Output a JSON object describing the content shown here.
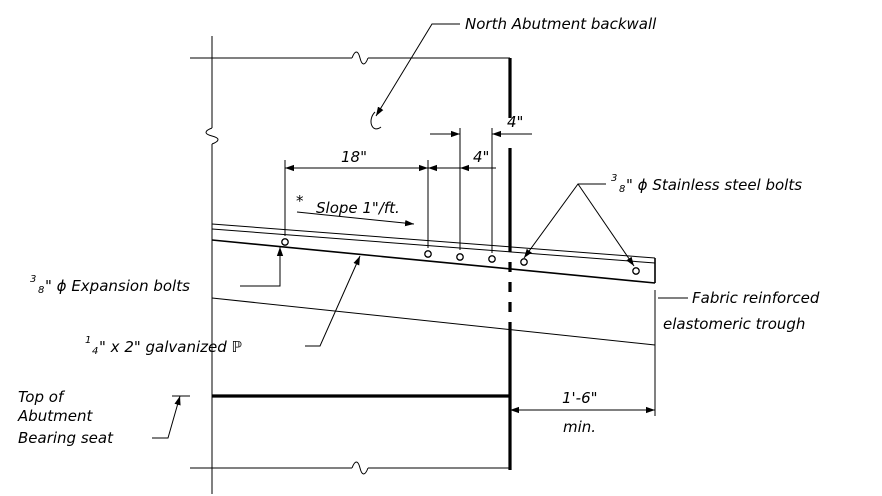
{
  "labels": {
    "north_abutment": "North Abutment backwall",
    "dim_4_top": "4\"",
    "dim_4_mid": "4\"",
    "dim_18": "18\"",
    "slope_star": "*",
    "slope": "Slope 1\"/ft.",
    "stainless_num": "3",
    "stainless_den": "8",
    "stainless": "\" ϕ Stainless steel bolts",
    "expansion_num": "3",
    "expansion_den": "8",
    "expansion": "\" ϕ Expansion bolts",
    "fabric_line1": "Fabric reinforced",
    "fabric_line2": "elastomeric trough",
    "plate_num": "1",
    "plate_den": "4",
    "plate": "\" x 2\" galvanized ℙ",
    "top_line1": "Top of",
    "top_line2": "Abutment",
    "top_line3": "Bearing seat",
    "dim_1_6": "1'-6\"",
    "dim_min": "min."
  }
}
